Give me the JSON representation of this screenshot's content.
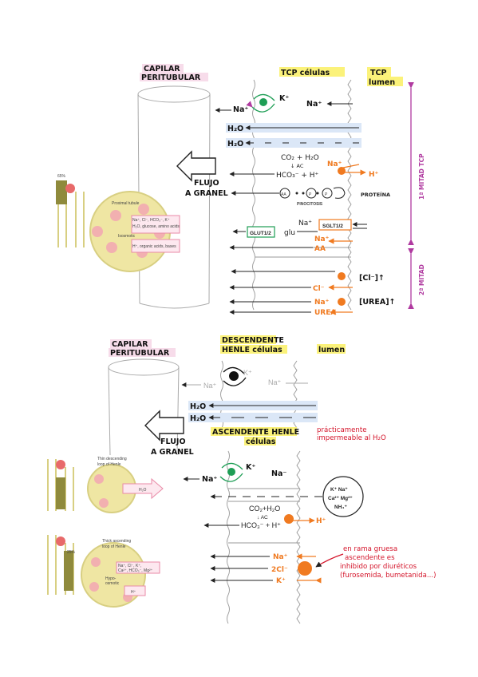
{
  "section1": {
    "capilar_line1": "CAPILAR",
    "capilar_line2": "PERITUBULAR",
    "tcp_cells": "TCP células",
    "tcp_lumen_line1": "TCP",
    "tcp_lumen_line2": "lumen",
    "flujo_line1": "FLUJO",
    "flujo_line2": "A GRANEL",
    "mitad1": "1ª MITAD TCP",
    "mitad2": "2ª MITAD",
    "ions": {
      "na_left": "Na⁺",
      "k_plus": "K⁺",
      "na_lumen": "Na⁺",
      "h2o_1": "H₂O",
      "h2o_2": "H₂O",
      "co2": "CO₂ + H₂O",
      "ac": "↓ AC",
      "hco3": "HCO₃⁻ + H⁺",
      "na_orange": "Na⁺",
      "h_plus": "H⁺",
      "aa_circle": "AA",
      "p1": "P",
      "p2": "P",
      "proteina": "PROTEÍNA",
      "pinocitosis": "PINOCITOSIS",
      "glut": "GLUT1/2",
      "glu": "glu",
      "na_sglt": "Na⁺",
      "sglt": "SGLT1/2",
      "na_aa": "Na⁺",
      "aa": "AA",
      "cl_conc": "[Cl⁻]↑",
      "cl": "Cl⁻",
      "urea_conc": "[UREA]↑",
      "na_urea": "Na⁺",
      "urea": "UREA"
    },
    "inset": {
      "title": "Proximal tubule",
      "pct": "65%",
      "line1": "Na⁺, Cl⁻, HCO₃⁻, K⁺",
      "line2": "H₂O, glucose, amino acids",
      "line3": "Isosmotic",
      "line4": "H⁺, organic acids, bases"
    }
  },
  "section2": {
    "capilar_line1": "CAPILAR",
    "capilar_line2": "PERITUBULAR",
    "desc_line1": "DESCENDENTE",
    "desc_line2": "HENLE células",
    "lumen": "lumen",
    "flujo_line1": "FLUJO",
    "flujo_line2": "A GRANEL",
    "asc_line1": "ASCENDENTE HENLE",
    "asc_line2": "células",
    "impermeable_line1": "prácticamente",
    "impermeable_line2": "impermeable al H₂O",
    "ions": {
      "na_grey": "Na⁺",
      "k_grey": "K⁺",
      "na_lumen_grey": "Na⁺",
      "h2o_1": "H₂O",
      "h2o_2": "H₂O",
      "na_left": "Na⁺",
      "k_plus": "K⁺",
      "na_lumen": "Na⁻",
      "cations_line1": "K⁺ Na⁺",
      "cations_line2": "Ca²⁺ Mg²⁺",
      "cations_line3": "NH₄⁺",
      "co2": "CO₂+H₂O",
      "ac": "↓ AC",
      "hco3": "HCO₃⁻ + H⁺",
      "h_plus": "H⁺",
      "nkcc_na": "Na⁺",
      "nkcc_cl": "2Cl⁻",
      "nkcc_k": "K⁺"
    },
    "note_line1": "en rama gruesa",
    "note_line2": "ascendente es",
    "note_line3": "inhibido por diuréticos",
    "note_line4": "(furosemida, bumetanida...)",
    "inset_thin": {
      "title_line1": "Thin descending",
      "title_line2": "loop of Henle",
      "label": "H₂O"
    },
    "inset_thick": {
      "title_line1": "Thick ascending",
      "title_line2": "loop of Henle",
      "pct": "25%",
      "line1": "Na⁺, Cl⁻, K⁺,",
      "line2": "Ca²⁺, HCO₃⁻, Mg²⁺",
      "line3": "Hypo-",
      "line4": "osmotic",
      "line5": "H⁺"
    }
  },
  "colors": {
    "yellow_highlight": "#fbf27a",
    "pink_highlight": "#f7dcea",
    "blue_band": "#dbe7f7",
    "green": "#1e9e55",
    "orange": "#f07a20",
    "red": "#d4142a",
    "purple": "#b03aa0",
    "tubule": "#e9e2a0"
  }
}
